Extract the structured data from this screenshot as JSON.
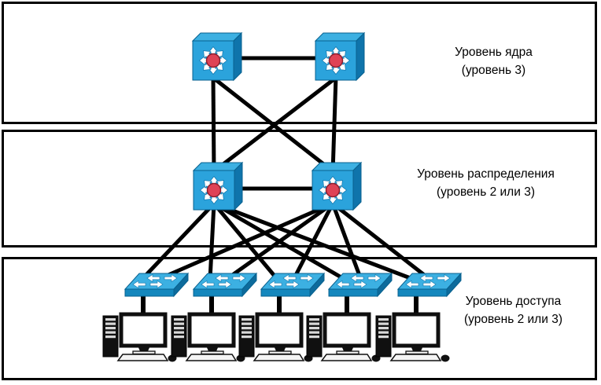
{
  "colors": {
    "band_border": "#000000",
    "link_line": "#000000",
    "switch_body_blue": "#2BA3DC",
    "switch_side_dark_blue": "#0F74AB",
    "switch_top_blue": "#3CB0E2",
    "workgroup_front_blue": "#1487BD",
    "hub_dot_red": "#DF4255",
    "arrow_white": "#FFFFFF",
    "computer_black": "#101010",
    "computer_stripe_gray": "#D8D8D8"
  },
  "layers": {
    "core": {
      "label_line1": "Уровень ядра",
      "label_line2": "(уровень 3)",
      "device_icon": "multilayer-switch-icon",
      "device_count": 2
    },
    "distribution": {
      "label_line1": "Уровень распределения",
      "label_line2": "(уровень 2 или 3)",
      "device_icon": "multilayer-switch-icon",
      "device_count": 2
    },
    "access": {
      "label_line1": "Уровень доступа",
      "label_line2": "(уровень 2 или 3)",
      "switch_icon": "workgroup-switch-icon",
      "switch_count": 5,
      "computer_icon": "desktop-computer-icon",
      "computer_count": 5
    }
  },
  "topology": {
    "core_interlink": "core-switch-1 — core-switch-2",
    "distribution_interlink": "distribution-switch-1 — distribution-switch-2",
    "core_to_distribution": [
      "core-switch-1 — distribution-switch-1",
      "core-switch-1 — distribution-switch-2",
      "core-switch-2 — distribution-switch-1",
      "core-switch-2 — distribution-switch-2"
    ],
    "distribution_to_access": "each distribution switch links to all 5 access switches",
    "access_to_computers": "each access switch links to one desktop computer"
  }
}
